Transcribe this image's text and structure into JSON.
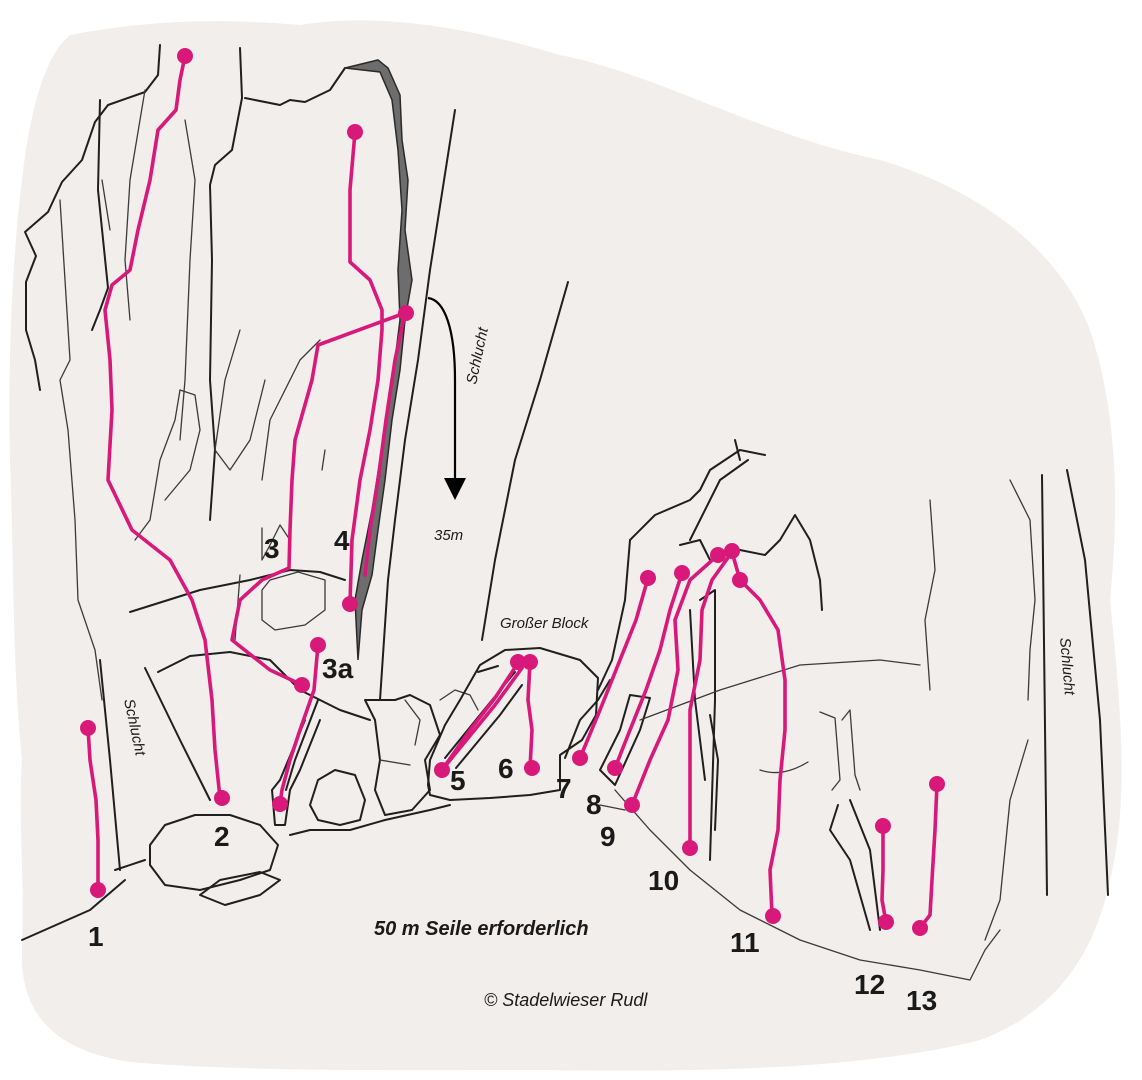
{
  "labels": {
    "schlucht_left": "Schlucht",
    "schlucht_center": "Schlucht",
    "schlucht_right": "Schlucht",
    "distance": "35m",
    "block": "Großer Block",
    "rope_note": "50 m Seile erforderlich",
    "copyright": "© Stadelwieser Rudl"
  },
  "routes": [
    {
      "number": "1"
    },
    {
      "number": "2"
    },
    {
      "number": "3"
    },
    {
      "number": "3a"
    },
    {
      "number": "4"
    },
    {
      "number": "5"
    },
    {
      "number": "6"
    },
    {
      "number": "7"
    },
    {
      "number": "8"
    },
    {
      "number": "9"
    },
    {
      "number": "10"
    },
    {
      "number": "11"
    },
    {
      "number": "12"
    },
    {
      "number": "13"
    }
  ],
  "colors": {
    "route": "#d8197a",
    "rock": "#f1eeec",
    "line": "#1f1f1f"
  }
}
